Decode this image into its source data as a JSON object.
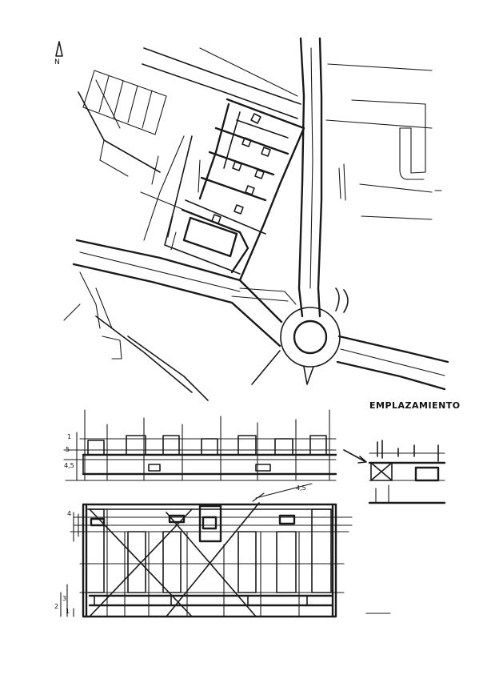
{
  "sheet": {
    "north_letter": "N",
    "site_title": "EMPLAZAMIENTO",
    "dimensions": {
      "section_top": "1",
      "section_mid": "5",
      "section_low": "4,5",
      "plan_span": "4,5",
      "plan_top": "4",
      "plan_left_a": "2",
      "plan_left_b": "3",
      "plan_left_c": "1"
    }
  }
}
